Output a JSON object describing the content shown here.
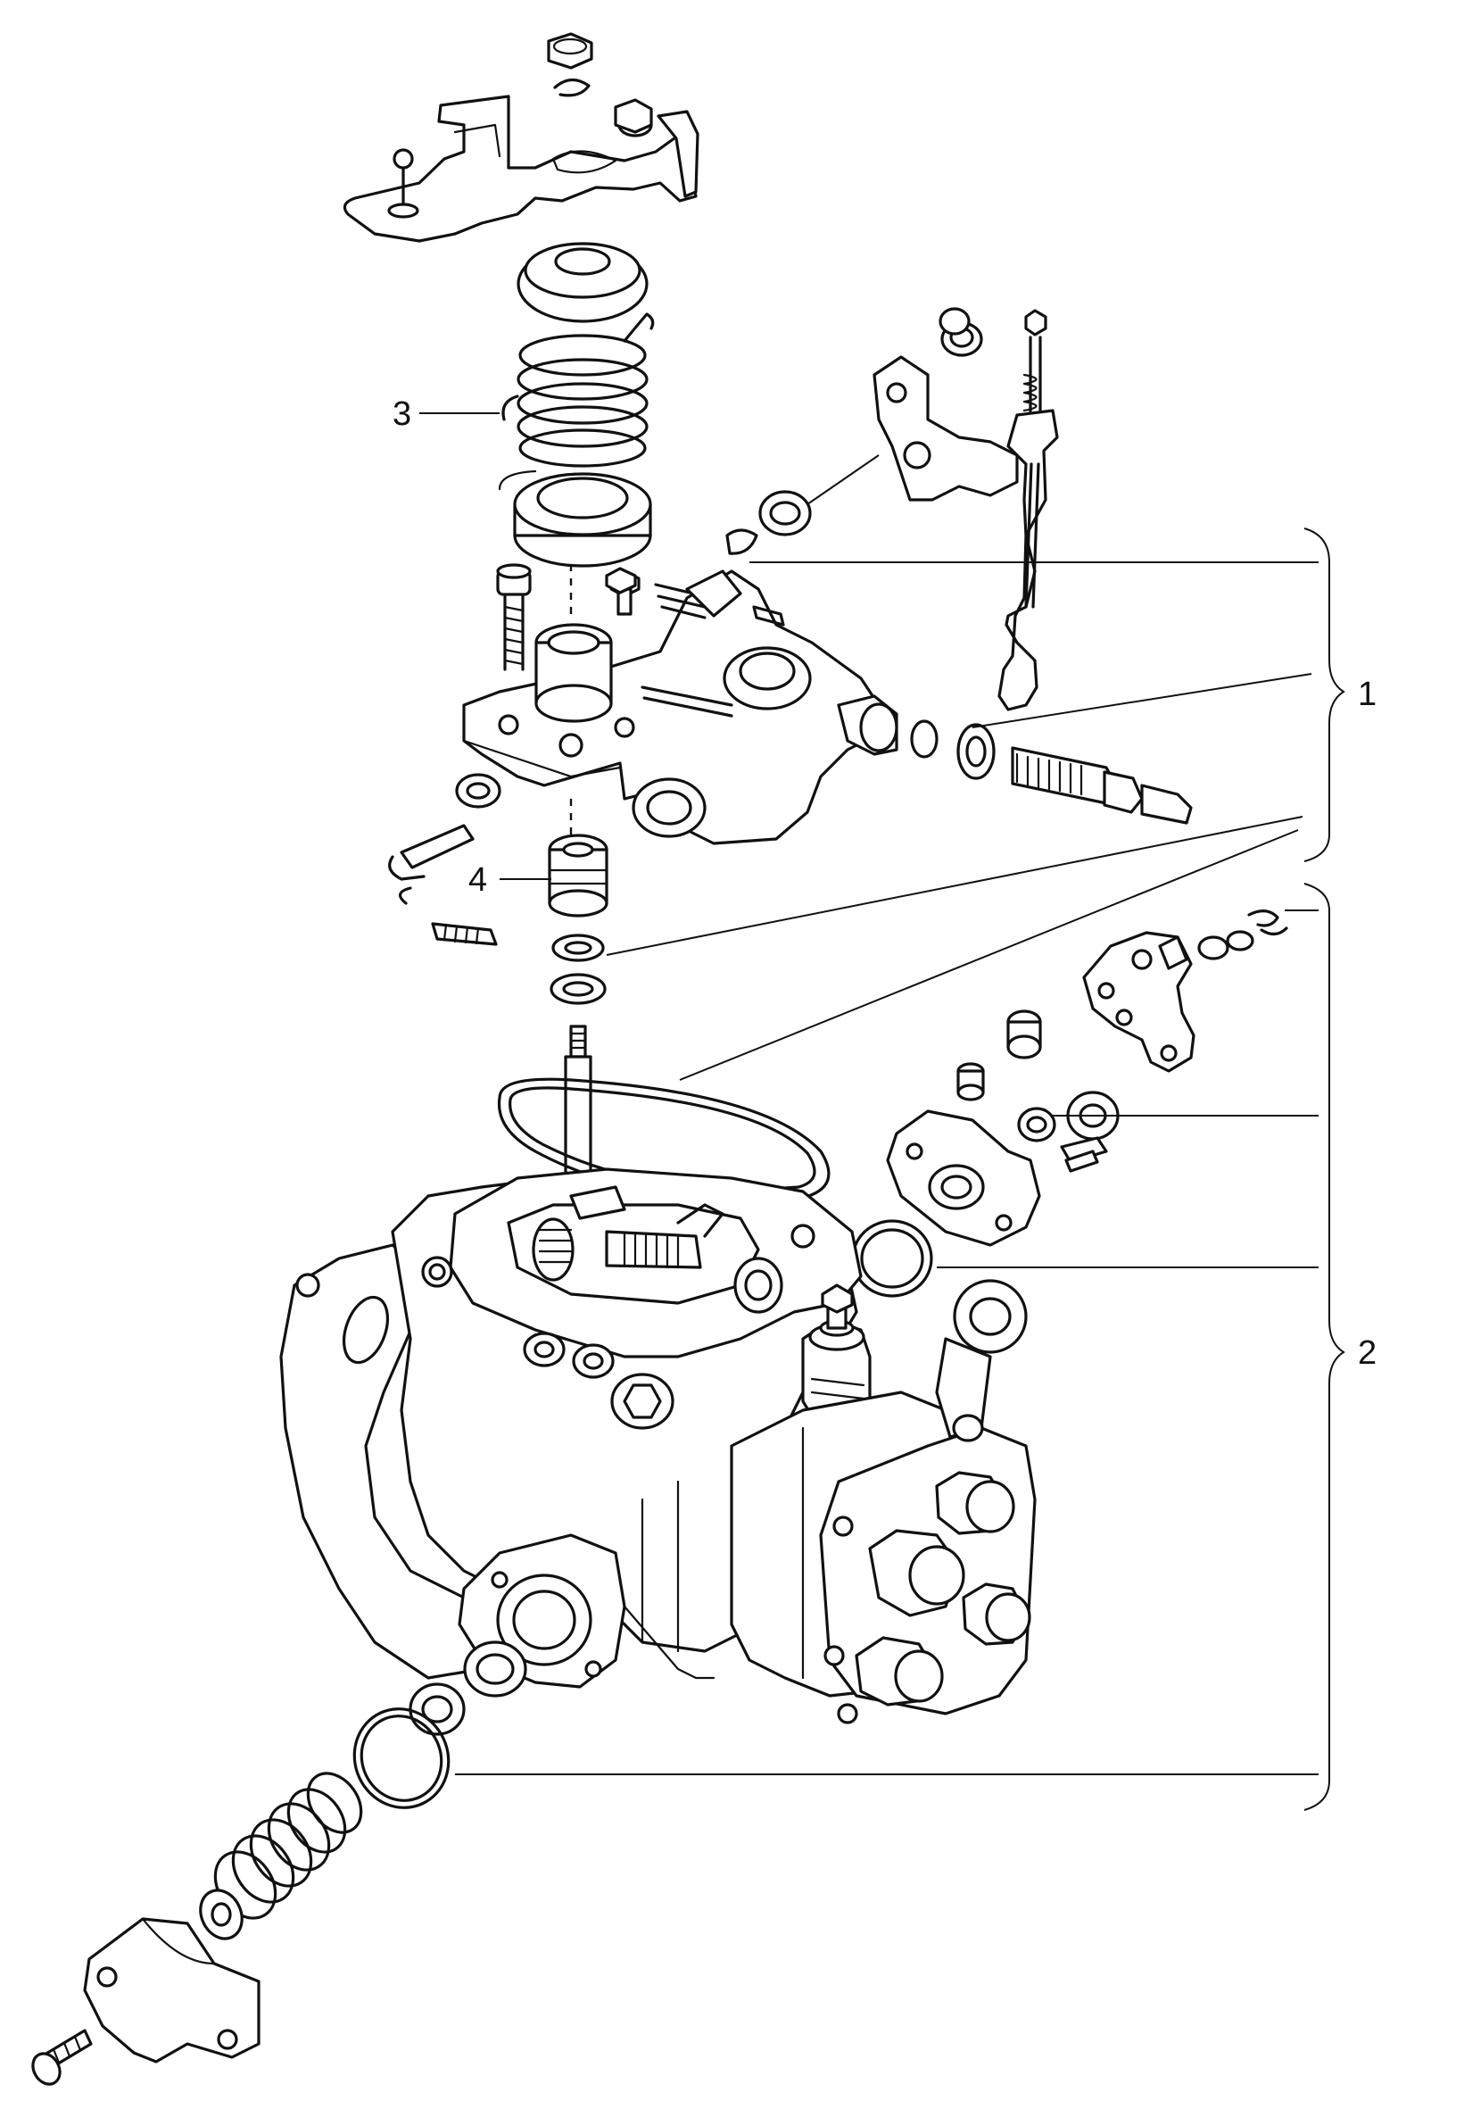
{
  "diagram": {
    "callouts": [
      {
        "id": "3",
        "label": "3"
      },
      {
        "id": "4",
        "label": "4"
      },
      {
        "id": "1",
        "label": "1"
      },
      {
        "id": "2",
        "label": "2"
      }
    ],
    "parts": [
      {
        "name": "top-lever-assembly"
      },
      {
        "name": "hex-nut"
      },
      {
        "name": "spring-seat-upper"
      },
      {
        "name": "governor-spring"
      },
      {
        "name": "spring-seat-lower"
      },
      {
        "name": "cover-housing"
      },
      {
        "name": "linkage-rod"
      },
      {
        "name": "banjo-bolt"
      },
      {
        "name": "plunger-bushing"
      },
      {
        "name": "oval-gasket"
      },
      {
        "name": "pump-body"
      },
      {
        "name": "stop-solenoid-bracket"
      },
      {
        "name": "drive-flange-cover"
      }
    ]
  }
}
